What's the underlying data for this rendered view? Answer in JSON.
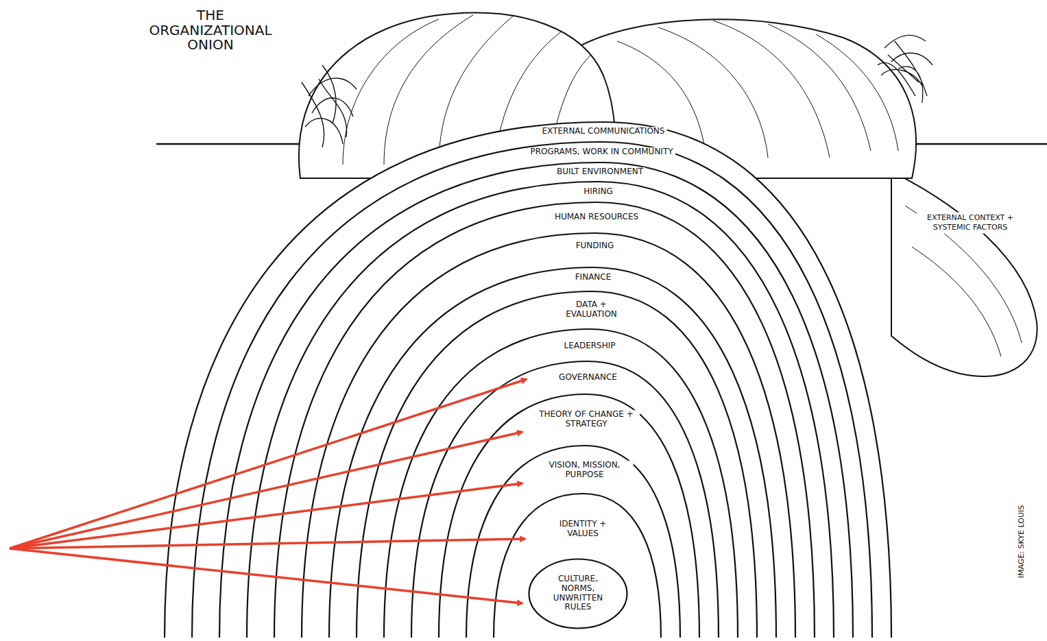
{
  "diagram": {
    "title": "THE ORGANIZATIONAL ONION",
    "nodes": [
      {
        "text": [
          "EXTERNAL COMMUNICATIONS"
        ]
      },
      {
        "text": [
          "PROGRAMS, WORK IN COMMUNITY"
        ],
        "in": 0
      },
      {
        "text": [
          "BUILT ENVIRONMENT"
        ],
        "in": 1
      },
      {
        "text": [
          "HIRING"
        ],
        "in": 2
      },
      {
        "text": [
          "HUMAN RESOURCES"
        ],
        "in": 3
      },
      {
        "text": [
          "FUNDING"
        ],
        "in": 4
      },
      {
        "text": [
          "FINANCE"
        ],
        "in": 5
      },
      {
        "text": [
          "DATA + EVALUATION"
        ],
        "in": 6
      },
      {
        "text": [
          "LEADERSHIP"
        ],
        "in": 7
      },
      {
        "text": [
          "GOVERNANCE"
        ],
        "in": 8
      },
      {
        "text": [
          "THEORY OF CHANGE + STRATEGY"
        ],
        "in": 9
      },
      {
        "text": [
          "VISION, MISSION, PURPOSE"
        ],
        "in": 10
      },
      {
        "text": [
          "IDENTITY + VALUES"
        ],
        "in": 11
      },
      {
        "text": [
          "CULTURE, NORMS, UNWRITTEN RULES"
        ],
        "in": 12
      }
    ],
    "labels": [
      "EXTERNAL CONTEXT + SYSTEMIC FACTORS",
      "IMAGE: SKYE LOUIS"
    ]
  }
}
